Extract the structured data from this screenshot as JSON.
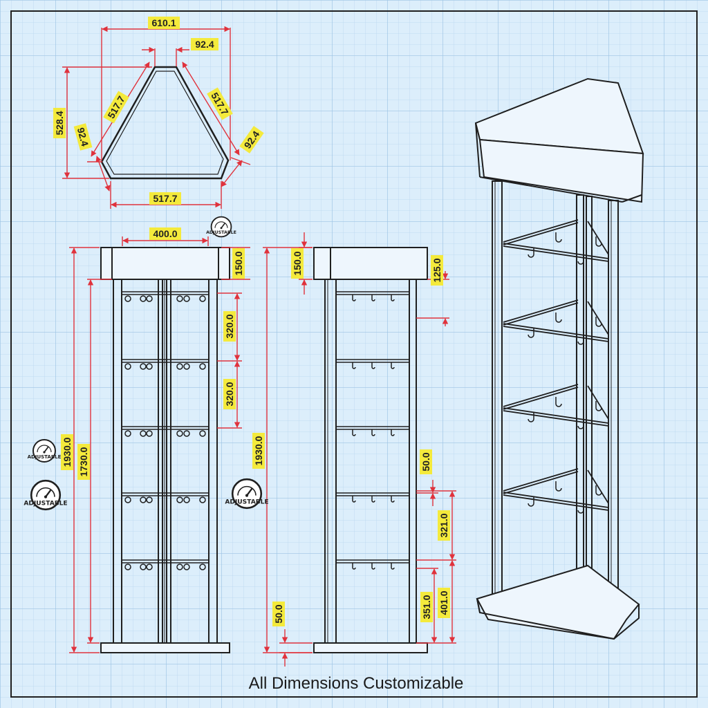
{
  "caption": "All Dimensions Customizable",
  "badge_label": "ADJUSTABLE",
  "colors": {
    "background": "#dceefb",
    "grid_minor": "#b9d6ee",
    "grid_major": "#9cc3e4",
    "dimension_line": "#e0323c",
    "dimension_label_fill": "#f4ea3c",
    "outline": "#1f1f1f"
  },
  "top_view": {
    "overall_width": "610.1",
    "top_flat": "92.4",
    "left_side": "517.7",
    "right_side": "517.7",
    "depth": "528.4",
    "left_corner": "92.4",
    "right_corner": "92.4",
    "bottom": "517.7"
  },
  "front_view": {
    "header_width": "400.0",
    "header_height": "150.0",
    "shelf_spacing_1": "320.0",
    "shelf_spacing_2": "320.0",
    "overall_height": "1930.0",
    "column_height": "1730.0"
  },
  "side_view": {
    "header_height": "150.0",
    "top_offset": "125.0",
    "overall_height": "1930.0",
    "small_gap": "50.0",
    "shelf_spacing": "321.0",
    "lower_spacing": "351.0",
    "bottom_spacing": "401.0",
    "base_height": "50.0"
  },
  "icons": [
    "adjustable-gauge-icon"
  ]
}
